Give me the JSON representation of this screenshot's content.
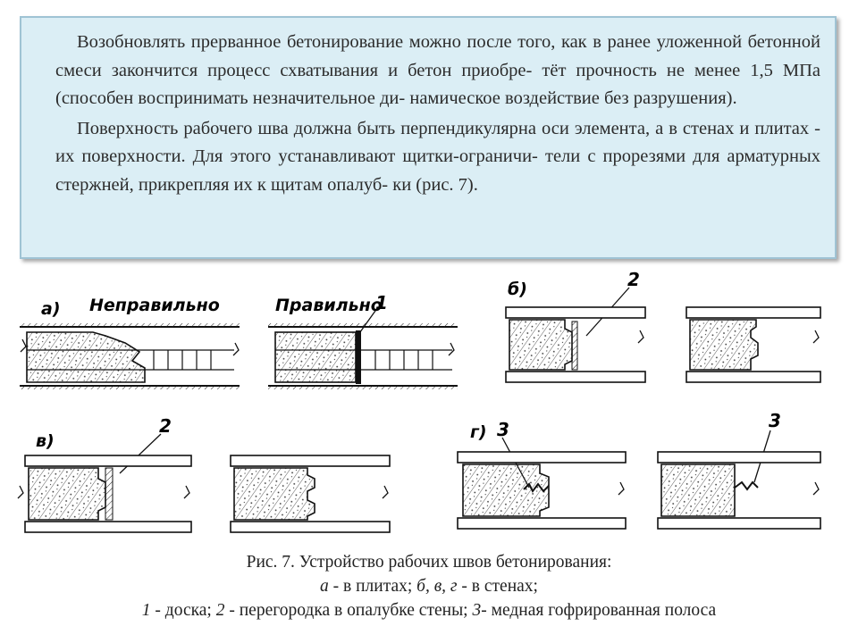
{
  "text": {
    "para1": "Возобновлять прерванное бетонирование можно после того, как в ранее уложенной бетонной смеси закончится процесс схватывания и бетон приобре- тёт прочность не менее 1,5 МПа (способен воспринимать незначительное ди- намическое воздействие без разрушения).",
    "para2": "Поверхность рабочего шва должна быть перпендикулярна оси элемента, а в стенах и плитах - их поверхности. Для этого устанавливают щитки-ограничи- тели с прорезями для арматурных стержней, прикрепляя их к щитам опалуб- ки (рис. 7)."
  },
  "figure": {
    "label_a": "а)",
    "label_b": "б)",
    "label_v": "в)",
    "label_g": "г)",
    "wrong": "Неправильно",
    "right": "Правильно",
    "callout_1": "1",
    "callout_2_b": "2",
    "callout_2_v": "2",
    "callout_3_left": "3",
    "callout_3_right": "3"
  },
  "caption": {
    "line1": "Рис. 7. Устройство рабочих швов бетонирования:",
    "line2_a": "а",
    "line2_a_text": " - в плитах; ",
    "line2_bvg": "б, в, г",
    "line2_bvg_text": " - в стенах;",
    "line3_1": "1",
    "line3_1_text": " - доска; ",
    "line3_2": "2",
    "line3_2_text": " - перегородка в опалубке стены; ",
    "line3_3": "3",
    "line3_3_text": "- медная гофрированная полоса"
  }
}
